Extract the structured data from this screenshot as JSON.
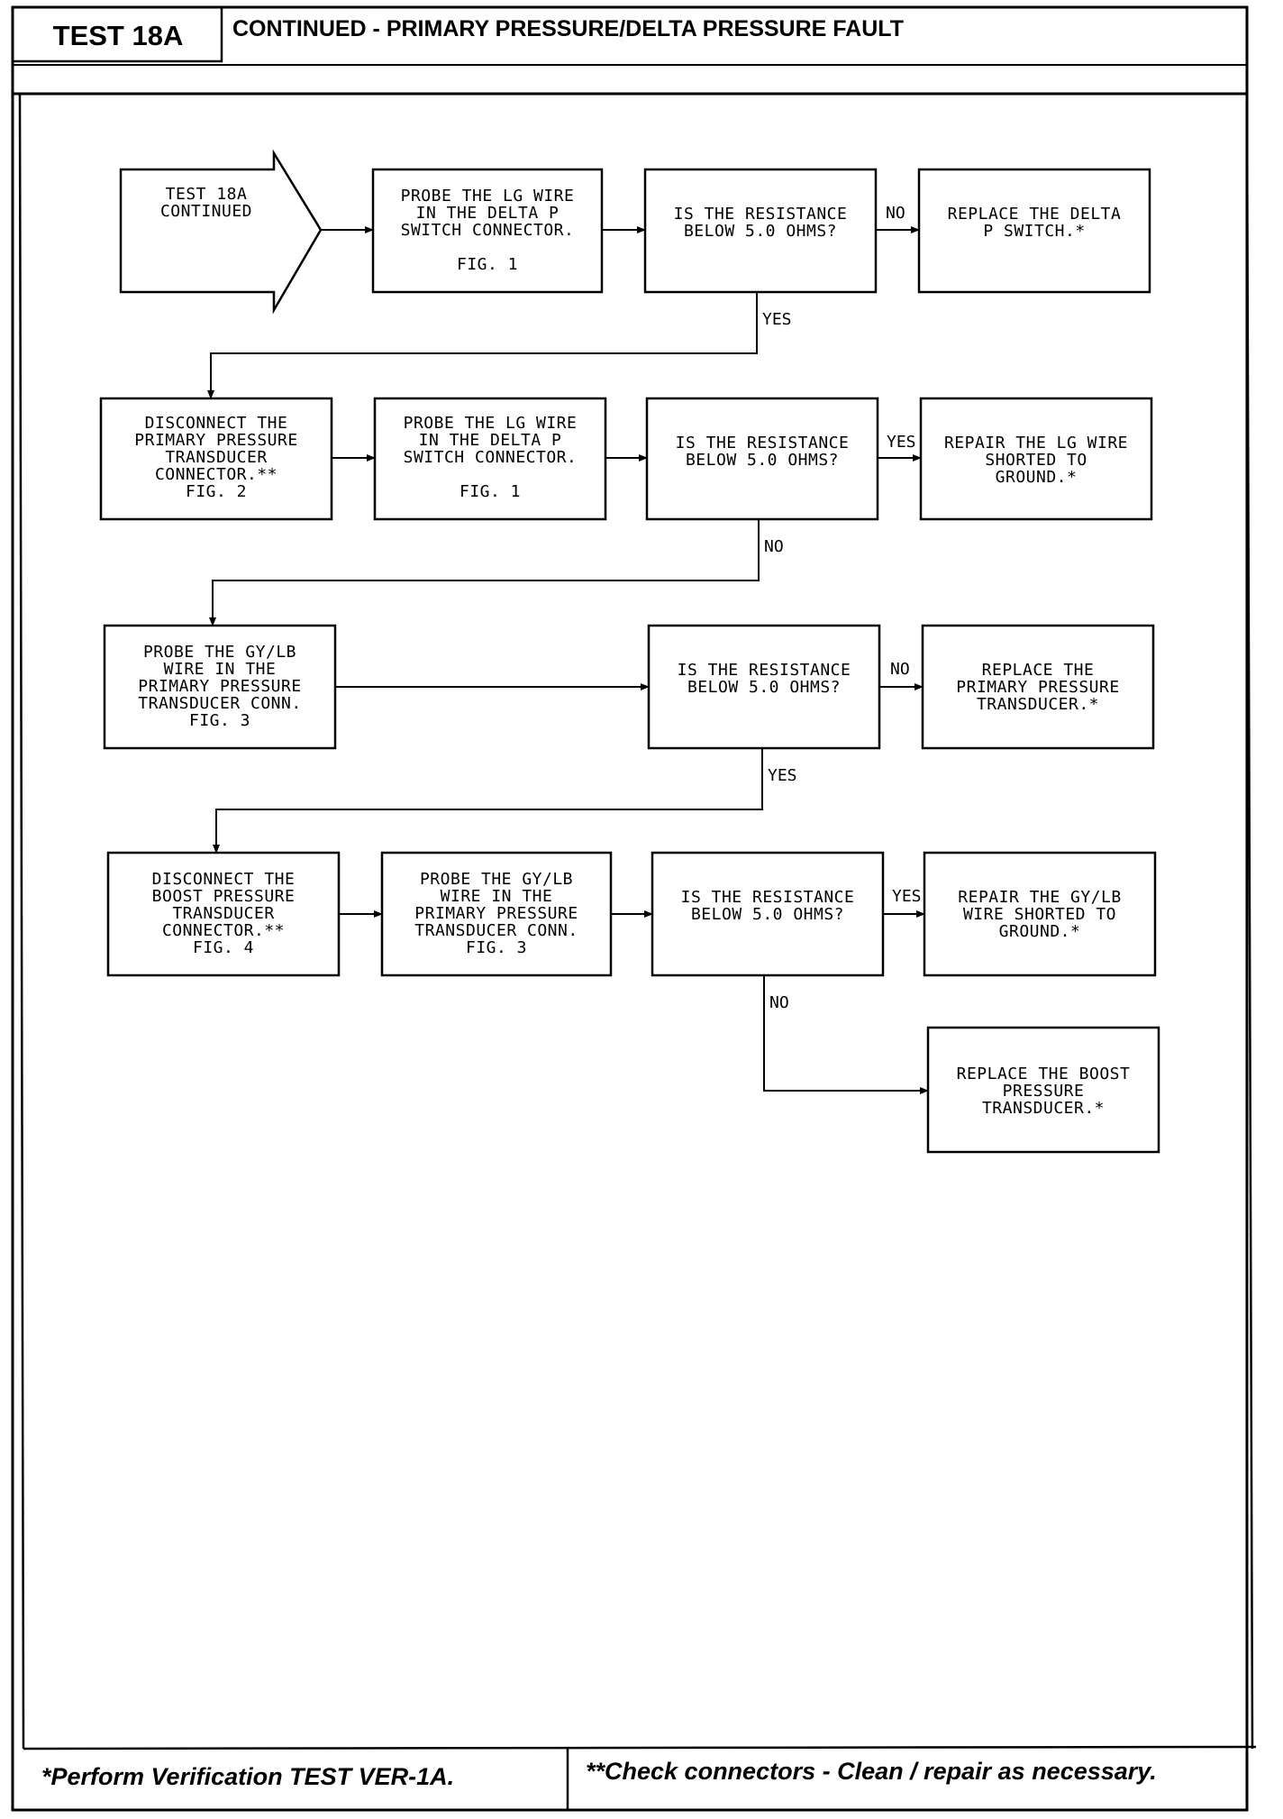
{
  "header": {
    "test_id": "TEST 18A",
    "title": "CONTINUED - PRIMARY PRESSURE/DELTA PRESSURE FAULT"
  },
  "flowchart": {
    "start": "TEST 18A\nCONTINUED",
    "row1": {
      "action": "PROBE THE LG WIRE\nIN THE DELTA P\nSWITCH CONNECTOR.\n\nFIG. 1",
      "decision": "IS THE RESISTANCE\nBELOW 5.0 OHMS?",
      "result": "REPLACE THE DELTA\nP SWITCH.*",
      "branch_right": "NO",
      "branch_down": "YES"
    },
    "row2": {
      "prep": "DISCONNECT THE\nPRIMARY PRESSURE\nTRANSDUCER\nCONNECTOR.**\nFIG. 2",
      "action": "PROBE THE LG WIRE\nIN THE DELTA P\nSWITCH CONNECTOR.\n\nFIG. 1",
      "decision": "IS THE RESISTANCE\nBELOW 5.0 OHMS?",
      "result": "REPAIR THE LG WIRE\nSHORTED TO\nGROUND.*",
      "branch_right": "YES",
      "branch_down": "NO"
    },
    "row3": {
      "action": "PROBE THE GY/LB\nWIRE IN THE\nPRIMARY PRESSURE\nTRANSDUCER CONN.\nFIG. 3",
      "decision": "IS THE RESISTANCE\nBELOW 5.0 OHMS?",
      "result": "REPLACE THE\nPRIMARY PRESSURE\nTRANSDUCER.*",
      "branch_right": "NO",
      "branch_down": "YES"
    },
    "row4": {
      "prep": "DISCONNECT THE\nBOOST PRESSURE\nTRANSDUCER\nCONNECTOR.**\nFIG. 4",
      "action": "PROBE THE GY/LB\nWIRE IN THE\nPRIMARY PRESSURE\nTRANSDUCER CONN.\nFIG. 3",
      "decision": "IS THE RESISTANCE\nBELOW 5.0 OHMS?",
      "result": "REPAIR THE GY/LB\nWIRE SHORTED TO\nGROUND.*",
      "branch_right": "YES",
      "branch_down": "NO"
    },
    "final": "REPLACE THE BOOST\nPRESSURE\nTRANSDUCER.*"
  },
  "footer": {
    "left": "*Perform Verification TEST VER-1A.",
    "right": "**Check connectors - Clean / repair as necessary."
  }
}
